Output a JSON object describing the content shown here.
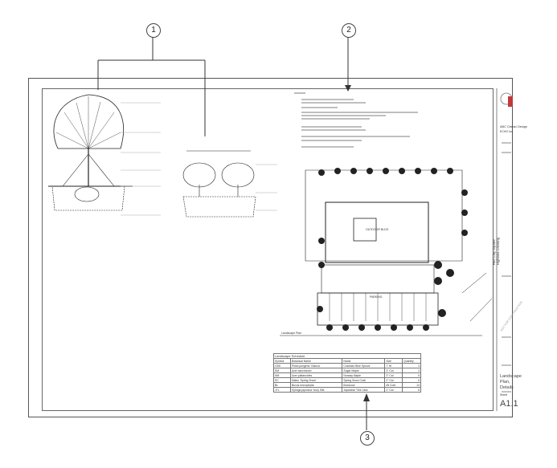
{
  "callouts": [
    "1",
    "2",
    "3"
  ],
  "title_block": {
    "company": "ABC Classic Design",
    "company_sub": "ECHO Inc.",
    "project_line1": "Red Clay Square",
    "project_line2": "Highland Crossing",
    "stamp": "NOT FOR CONSTRUCTION",
    "sheet_title": "Landscape Plan, Details",
    "sheet_label": "Sheet",
    "sheet_number": "A1.1",
    "logo_color": "#c0393b"
  },
  "site_plan": {
    "building_label": "OUTDOOR BLDG",
    "parking_label": "PARKING",
    "plan_title": "Landscape Plan"
  },
  "schedule": {
    "title": "Landscape Schedule",
    "headers": [
      "Symbol",
      "Botanical Name",
      "Name",
      "Size",
      "Quantity"
    ],
    "rows": [
      [
        "CBS",
        "Picea pungens 'Glauca'",
        "Colorado Blue Spruce",
        "7' Ht",
        "3"
      ],
      [
        "SM",
        "Acer saccharum",
        "Sugar Maple",
        "3\" Cal",
        "4"
      ],
      [
        "NM",
        "Acer platanoides",
        "Norway Maple",
        "3\" Cal",
        "5"
      ],
      [
        "SC",
        "Malus 'Spring Snow'",
        "Spring Snow Crab",
        "2\" Cal",
        "6"
      ],
      [
        "BL",
        "Buxus microphylla",
        "Boxwood",
        "#5 Cont",
        "14"
      ],
      [
        "JTL",
        "Syringa japonica 'Ivory Silk'",
        "Japanese Tree Lilac",
        "2\" Cal",
        "8"
      ]
    ]
  }
}
